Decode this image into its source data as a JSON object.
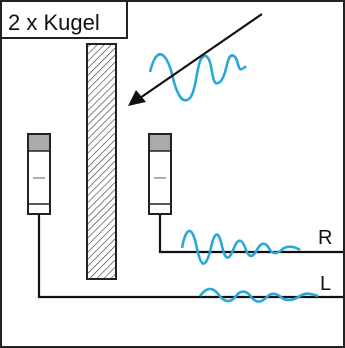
{
  "diagram": {
    "title": "2 x Kugel",
    "channel_right_label": "R",
    "channel_left_label": "L",
    "colors": {
      "frame": "#222222",
      "wave": "#2aa7d9",
      "arrow": "#111111",
      "mic_head": "#aaaaaa"
    }
  }
}
